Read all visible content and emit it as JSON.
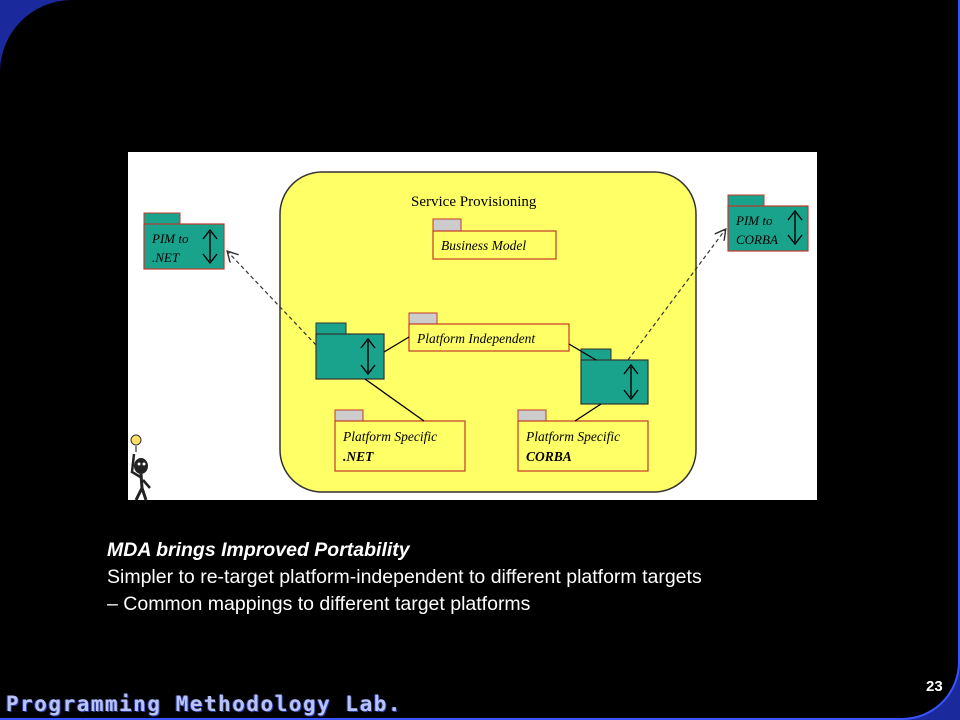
{
  "diagram": {
    "container_label": "Service Provisioning",
    "packages": {
      "business_model": "Business Model",
      "platform_independent": "Platform Independent",
      "platform_specific_net_line1": "Platform Specific",
      "platform_specific_net_line2": ".NET",
      "platform_specific_corba_line1": "Platform Specific",
      "platform_specific_corba_line2": "CORBA",
      "pim_to_net_line1": "PIM to",
      "pim_to_net_line2": ".NET",
      "pim_to_corba_line1": "PIM to",
      "pim_to_corba_line2": "CORBA"
    },
    "colors": {
      "container_fill": "#ffff66",
      "package_green": "#1aa38c",
      "package_border": "#c0392b",
      "tab_gray": "#cccccc"
    }
  },
  "caption": {
    "title": "MDA brings Improved Portability",
    "line1": "Simpler to re-target platform-independent to different platform targets",
    "line2": "– Common mappings to different target platforms"
  },
  "slide": {
    "page_number": "23",
    "footer": "Programming Methodology Lab."
  }
}
